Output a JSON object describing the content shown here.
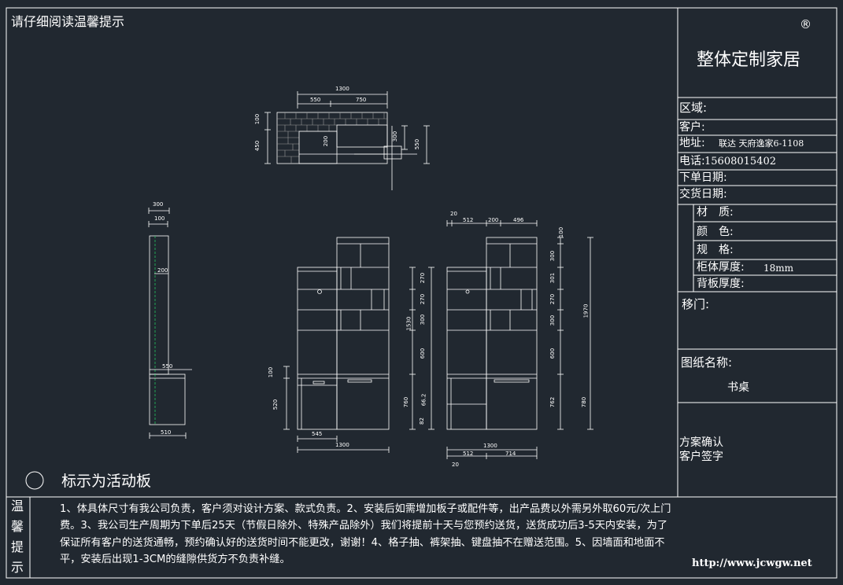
{
  "header_note": "请仔细阅读温馨提示",
  "title_block": {
    "registered_mark": "®",
    "company": "整体定制家居",
    "region_label": "区域:",
    "customer_label": "客户:",
    "address_label": "地址:",
    "address_value": "联达 天府逸家6-1108",
    "phone_label": "电话:",
    "phone_value": "15608015402",
    "order_date_label": "下单日期:",
    "delivery_date_label": "交货日期:",
    "material_label": "材　质:",
    "color_label": "颜　色:",
    "spec_label": "规　格:",
    "carcass_thickness_label": "柜体厚度:",
    "carcass_thickness_value": "18mm",
    "back_thickness_label": "背板厚度:",
    "sliding_door_label": "移门:",
    "drawing_name_label": "图纸名称:",
    "drawing_name_value": "书桌",
    "confirm_label": "方案确认",
    "signature_label": "客户签字"
  },
  "legend": {
    "text": "标示为活动板"
  },
  "notice": {
    "side_title": [
      "温",
      "馨",
      "提",
      "示"
    ],
    "lines": [
      "1、体具体尺寸有我公司负责，客户须对设计方案、款式负责。2、安装后如需增加板子或配件等，出产品费以外需另外取60元/次上门",
      "费。3、我公司生产周期为下单后25天（节假日除外、特殊产品除外）我们将提前十天与您预约送货，送货成功后3-5天内安装，为了",
      "保证所有客户的送货通畅，预约确认好的送货时间不能更改，谢谢！4、格子抽、裤架抽、键盘抽不在赠送范围。5、因墙面和地面不",
      "平，安装后出现1-3CM的缝隙供货方不负责补缝。"
    ]
  },
  "watermark": "http://www.jcwgw.net",
  "dimensions": {
    "plan_total": "1300",
    "plan_left": "550",
    "plan_right": "750",
    "plan_v1": "100",
    "plan_v2": "450",
    "plan_inner": "200",
    "plan_v3": "300",
    "plan_v4": "550",
    "side_top": "300",
    "side_top2": "100",
    "side_mid": "200",
    "side_desk": "550",
    "side_bottom": "510",
    "front_heights": [
      "270",
      "270",
      "300",
      "600",
      "760"
    ],
    "front_total_h": "1530",
    "front_desk_upper": "100",
    "front_desk_lower": "520",
    "front_lower_inner": "66.2",
    "front_lower_inner2": "82",
    "front_bottom_left": "545",
    "front_bottom_total": "1300",
    "rear_top_dims": [
      "20",
      "512",
      "200",
      "496"
    ],
    "rear_right_dims": [
      "100",
      "300",
      "301",
      "270",
      "300",
      "600",
      "762"
    ],
    "rear_total_h": "1970",
    "rear_total_h2": "780",
    "rear_bottom_total": "1300",
    "rear_bottom_dims": [
      "512",
      "714"
    ],
    "rear_bottom_small": "20"
  },
  "colors": {
    "background": "#212830",
    "lines": "#ffffff",
    "hatch": "#9a9a9a",
    "accent_green": "#22c55e"
  }
}
